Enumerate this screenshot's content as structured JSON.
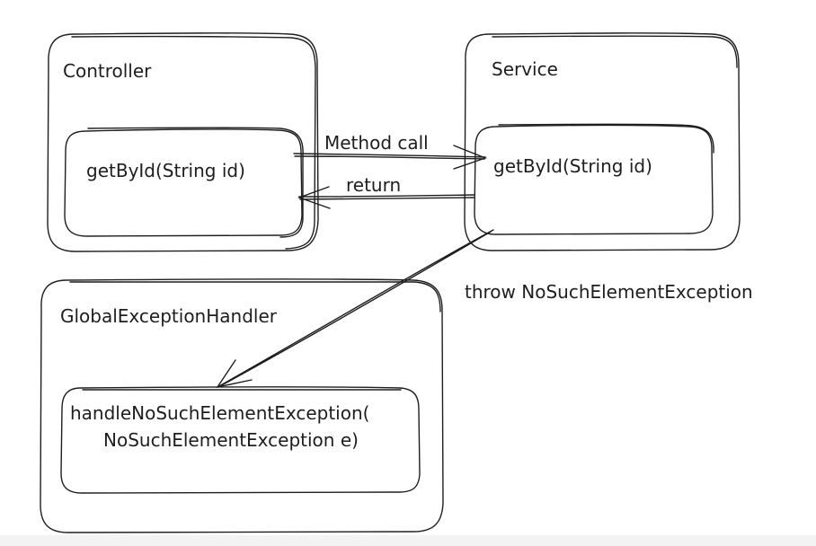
{
  "diagram": {
    "controller": {
      "title": "Controller",
      "method": "getById(String id)"
    },
    "service": {
      "title": "Service",
      "method": "getById(String id)"
    },
    "handler": {
      "title": "GlobalExceptionHandler",
      "method_line1": "handleNoSuchElementException(",
      "method_line2": "NoSuchElementException e)"
    },
    "arrows": {
      "call_label": "Method call",
      "return_label": "return",
      "throw_label": "throw NoSuchElementException"
    }
  }
}
